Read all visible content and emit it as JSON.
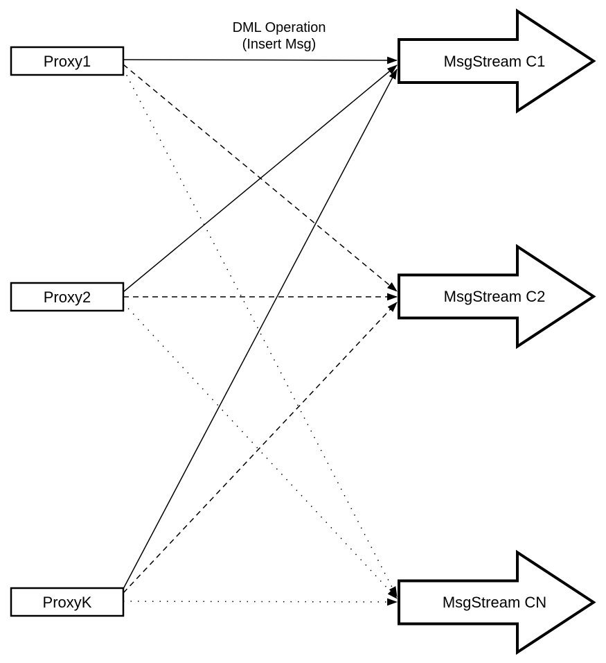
{
  "diagram": {
    "annotation": {
      "line1": "DML Operation",
      "line2": "(Insert Msg)"
    },
    "proxies": [
      {
        "id": "proxy1",
        "label": "Proxy1"
      },
      {
        "id": "proxy2",
        "label": "Proxy2"
      },
      {
        "id": "proxyk",
        "label": "ProxyK"
      }
    ],
    "streams": [
      {
        "id": "c1",
        "label": "MsgStream C1"
      },
      {
        "id": "c2",
        "label": "MsgStream C2"
      },
      {
        "id": "cn",
        "label": "MsgStream CN"
      }
    ],
    "edges": [
      {
        "from": "Proxy1",
        "to": "MsgStream C1",
        "style": "solid"
      },
      {
        "from": "Proxy1",
        "to": "MsgStream C2",
        "style": "dashed"
      },
      {
        "from": "Proxy1",
        "to": "MsgStream CN",
        "style": "dotted"
      },
      {
        "from": "Proxy2",
        "to": "MsgStream C1",
        "style": "solid"
      },
      {
        "from": "Proxy2",
        "to": "MsgStream C2",
        "style": "dashed"
      },
      {
        "from": "Proxy2",
        "to": "MsgStream CN",
        "style": "dotted"
      },
      {
        "from": "ProxyK",
        "to": "MsgStream C1",
        "style": "solid"
      },
      {
        "from": "ProxyK",
        "to": "MsgStream C2",
        "style": "dashed"
      },
      {
        "from": "ProxyK",
        "to": "MsgStream CN",
        "style": "dotted"
      }
    ],
    "colors": {
      "stroke": "#000000",
      "fill": "#ffffff",
      "background": "#ffffff"
    }
  }
}
